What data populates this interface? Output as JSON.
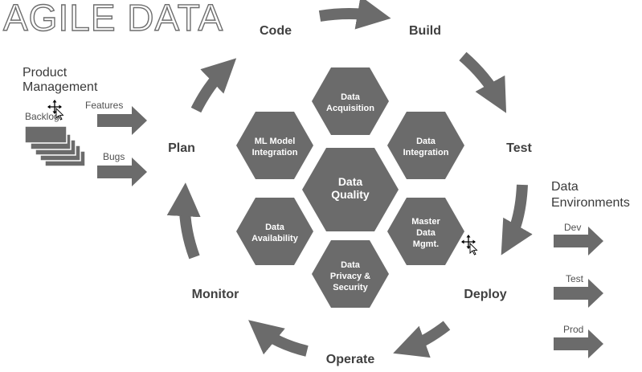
{
  "title": "AGILE DATA",
  "colors": {
    "shape_fill": "#6b6b6b",
    "arrow_fill": "#6b6b6b",
    "text_dark": "#404040",
    "background": "#ffffff"
  },
  "cycle_stages": {
    "code": "Code",
    "build": "Build",
    "test": "Test",
    "deploy": "Deploy",
    "operate": "Operate",
    "monitor": "Monitor",
    "plan": "Plan"
  },
  "product_management": {
    "heading_line1": "Product",
    "heading_line2": "Management",
    "backlog": "Backlog",
    "features": "Features",
    "bugs": "Bugs"
  },
  "data_environments": {
    "heading_line1": "Data",
    "heading_line2": "Environments",
    "dev": "Dev",
    "test": "Test",
    "prod": "Prod"
  },
  "hexagons": {
    "center": {
      "line1": "Data",
      "line2": "Quality"
    },
    "top": {
      "line1": "Data",
      "line2": "Acquisition"
    },
    "upper_right": {
      "line1": "Data",
      "line2": "Integration"
    },
    "lower_right": {
      "line1": "Master",
      "line2": "Data",
      "line3": "Mgmt."
    },
    "bottom": {
      "line1": "Data",
      "line2": "Privacy &",
      "line3": "Security"
    },
    "lower_left": {
      "line1": "Data",
      "line2": "Availability"
    },
    "upper_left": {
      "line1": "ML Model",
      "line2": "Integration"
    }
  },
  "icons": [
    "move-cursor-icon",
    "arrow-icon"
  ]
}
